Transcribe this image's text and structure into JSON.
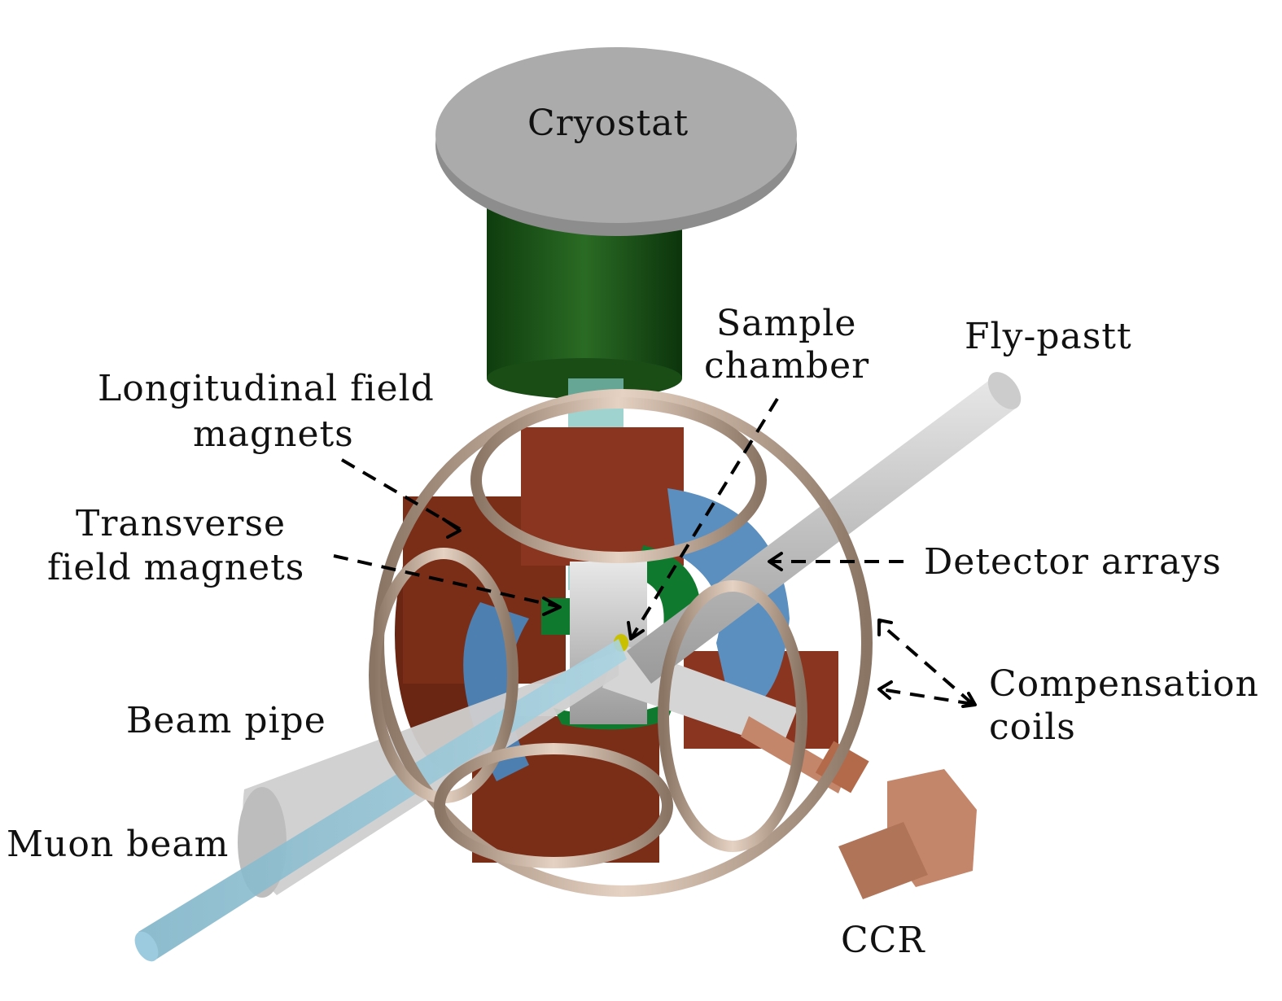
{
  "figure": {
    "title": "Muon spin spectrometer schematic",
    "colors": {
      "cryostat_top": "#a8a8a8",
      "cryostat_body": "#1e5a1a",
      "magnet_brown": "#7a2e18",
      "detector_blue": "#5b8fbf",
      "green_pole": "#0f7a2e",
      "coil_tan": "#b9a08c",
      "pipe_gray": "#c9c9c9",
      "beam_blue": "#8fc3d6",
      "ccr_copper": "#c4866a",
      "sample_yellow": "#c8c000"
    }
  },
  "labels": {
    "cryostat": "Cryostat",
    "sample_chamber_1": "Sample",
    "sample_chamber_2": "chamber",
    "fly_past": "Fly-pastt",
    "longitudinal_1": "Longitudinal field",
    "longitudinal_2": "magnets",
    "transverse_1": "Transverse",
    "transverse_2": "field magnets",
    "detector_arrays": "Detector arrays",
    "compensation_1": "Compensation",
    "compensation_2": "coils",
    "beam_pipe": "Beam pipe",
    "muon_beam": "Muon beam",
    "ccr": "CCR"
  }
}
